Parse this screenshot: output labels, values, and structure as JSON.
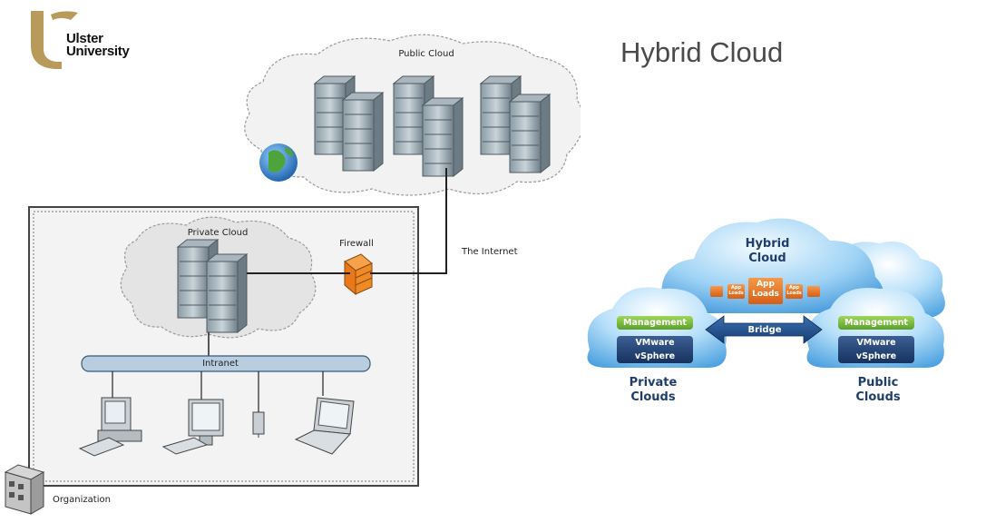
{
  "logo": {
    "line1": "Ulster",
    "line2": "University"
  },
  "title": "Hybrid Cloud",
  "network_diagram": {
    "public_cloud_label": "Public Cloud",
    "private_cloud_label": "Private Cloud",
    "firewall_label": "Firewall",
    "internet_label": "The Internet",
    "intranet_label": "Intranet",
    "organization_label": "Organization"
  },
  "hybrid_diagram": {
    "hybrid_cloud_label": "Hybrid\nCloud",
    "app_loads_main": "App\nLoads",
    "app_loads_small": "App\nLoads",
    "bridge_label": "Bridge",
    "left_management": "Management",
    "left_vsphere": "VMware vSphere",
    "right_management": "Management",
    "right_vsphere": "VMware vSphere",
    "private_clouds_label": "Private\nClouds",
    "public_clouds_label": "Public\nClouds"
  },
  "colors": {
    "logo_gold": "#b89a5a",
    "title_gray": "#4a4a4a",
    "cloud_blue": "#5aa9e6",
    "firewall_orange": "#f08a24",
    "label_navy": "#1f3e6b"
  }
}
